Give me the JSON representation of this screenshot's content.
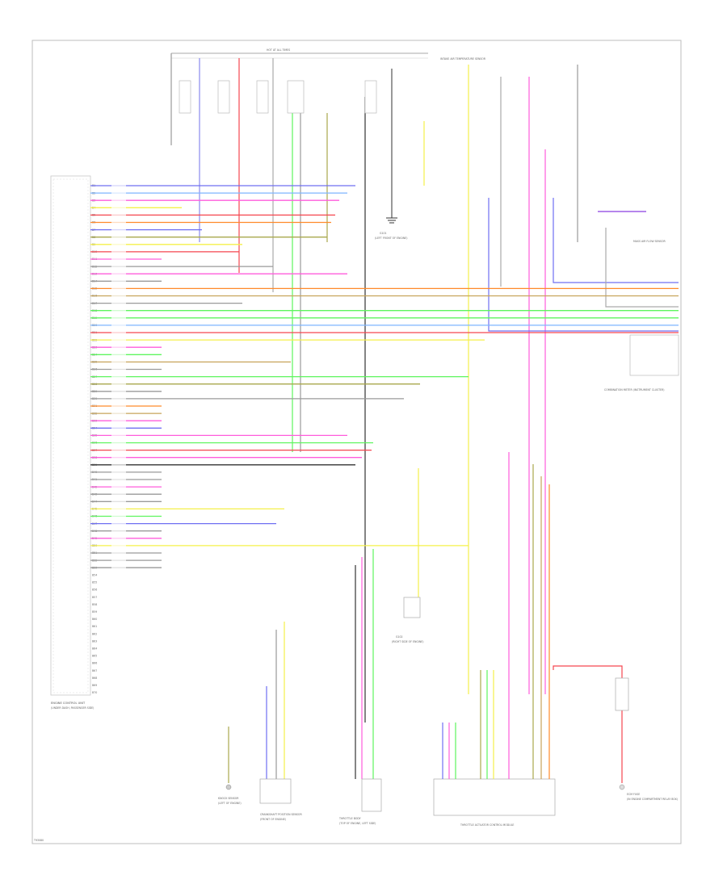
{
  "footer": {
    "code": "T93080"
  },
  "modules": {
    "main_ecu": "ENGINE CONTROL UNIT",
    "main_ecu_sub": "(UNDER DASH, PASSENGER SIDE)",
    "mass_air": "MASS AIR FLOW SENSOR",
    "intake_temp": "INTAKE AIR TEMPERATURE SENSOR",
    "ground_1": "G101",
    "ground_1_sub": "(LEFT FRONT OF ENGINE)",
    "ground_2": "G102",
    "ground_2_sub": "(RIGHT SIDE OF ENGINE)",
    "knock_sensor": "KNOCK SENSOR",
    "knock_sensor_sub": "(LEFT OF ENGINE)",
    "crank_sensor": "CRANKSHAFT POSITION SENSOR",
    "crank_sensor_sub": "(FRONT OF ENGINE)",
    "throttle_body": "THROTTLE BODY",
    "throttle_body_sub": "(TOP OF ENGINE, LEFT SIDE)",
    "ecm_fuse": "ECM FUSE",
    "ecm_fuse_sub": "(IN ENGINE COMPARTMENT RELAY BOX)",
    "throttle_module": "THROTTLE ACTUATOR CONTROL MODULE",
    "combination_meter": "COMBINATION METER (INSTRUMENT CLUSTER)",
    "top_bus": "HOT AT ALL TIMES"
  },
  "pin_labels": [
    "B1",
    "B2",
    "B3",
    "B4",
    "B5",
    "B6",
    "B7",
    "B8",
    "B9",
    "B10",
    "B11",
    "B12",
    "B13",
    "B14",
    "B15",
    "B16",
    "B17",
    "B18",
    "B19",
    "B20",
    "B21",
    "B22",
    "B23",
    "B24",
    "B25",
    "B26",
    "B27",
    "B28",
    "B29",
    "B30",
    "B31",
    "B32",
    "B33",
    "B34",
    "B35",
    "B36",
    "B37",
    "B38",
    "B39",
    "B40",
    "B41",
    "B42",
    "B43",
    "B44",
    "B45",
    "B46",
    "B47",
    "B48",
    "B49",
    "B50",
    "B51",
    "B52",
    "B53",
    "B54",
    "B55",
    "B56",
    "B57",
    "B58",
    "B59",
    "B60",
    "B61",
    "B62",
    "B63",
    "B64",
    "B65",
    "B66",
    "B67",
    "B68",
    "B69",
    "B70"
  ],
  "wire_colors": {
    "blue": "#6f6ff2",
    "red": "#f5464f",
    "pink": "#ff5cdc",
    "yellow": "#f5f04a",
    "green": "#5ef55e",
    "orange": "#ff8a2a",
    "tan": "#c7a45a",
    "gray": "#9a9a9a",
    "black": "#333333",
    "violet": "#8a3fe0",
    "olive": "#a9a84c",
    "ltblue": "#7fb6ff"
  }
}
